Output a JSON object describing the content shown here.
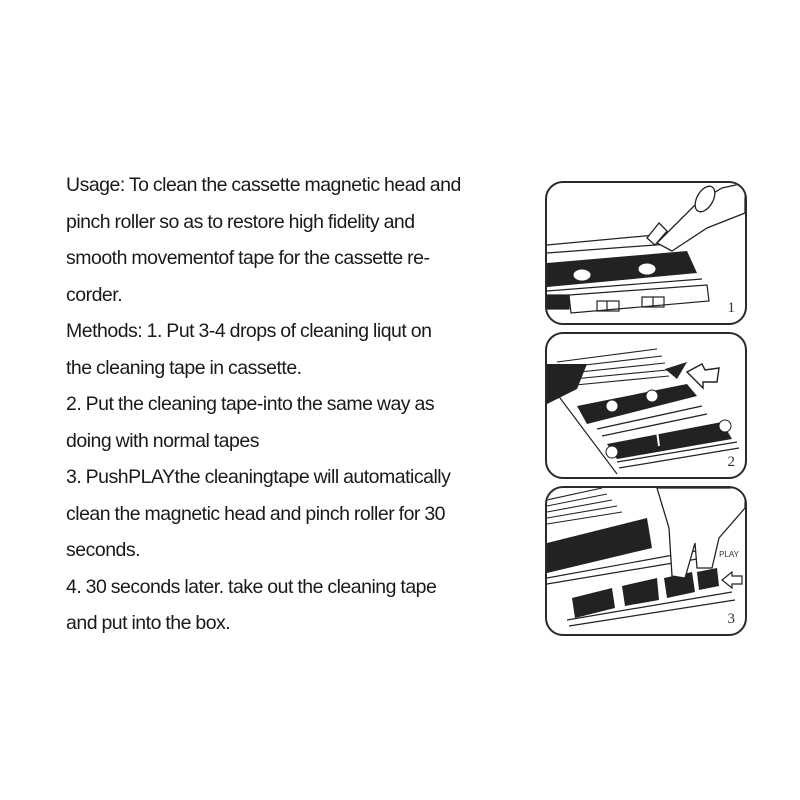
{
  "instructions": {
    "lines": [
      "Usage: To clean the cassette magnetic head and",
      "pinch roller so as to restore high fidelity and",
      "smooth movementof tape for the cassette re-",
      "corder.",
      "Methods: 1. Put 3-4 drops of cleaning liqut on",
      "the cleaning tape in cassette.",
      "2. Put the cleaning tape-into the same way as",
      "doing with normal tapes",
      "3. PushPLAYthe cleaningtape will automatically",
      "clean the magnetic head and pinch roller for 30",
      "seconds.",
      "4. 30 seconds later. take out the cleaning tape",
      "and put into the box."
    ]
  },
  "illustrations": [
    {
      "number": "1",
      "depicts": "dropping cleaning liquid onto cassette tape"
    },
    {
      "number": "2",
      "depicts": "inserting cassette into recorder"
    },
    {
      "number": "3",
      "depicts": "pressing PLAY button",
      "label": "PLAY"
    }
  ]
}
